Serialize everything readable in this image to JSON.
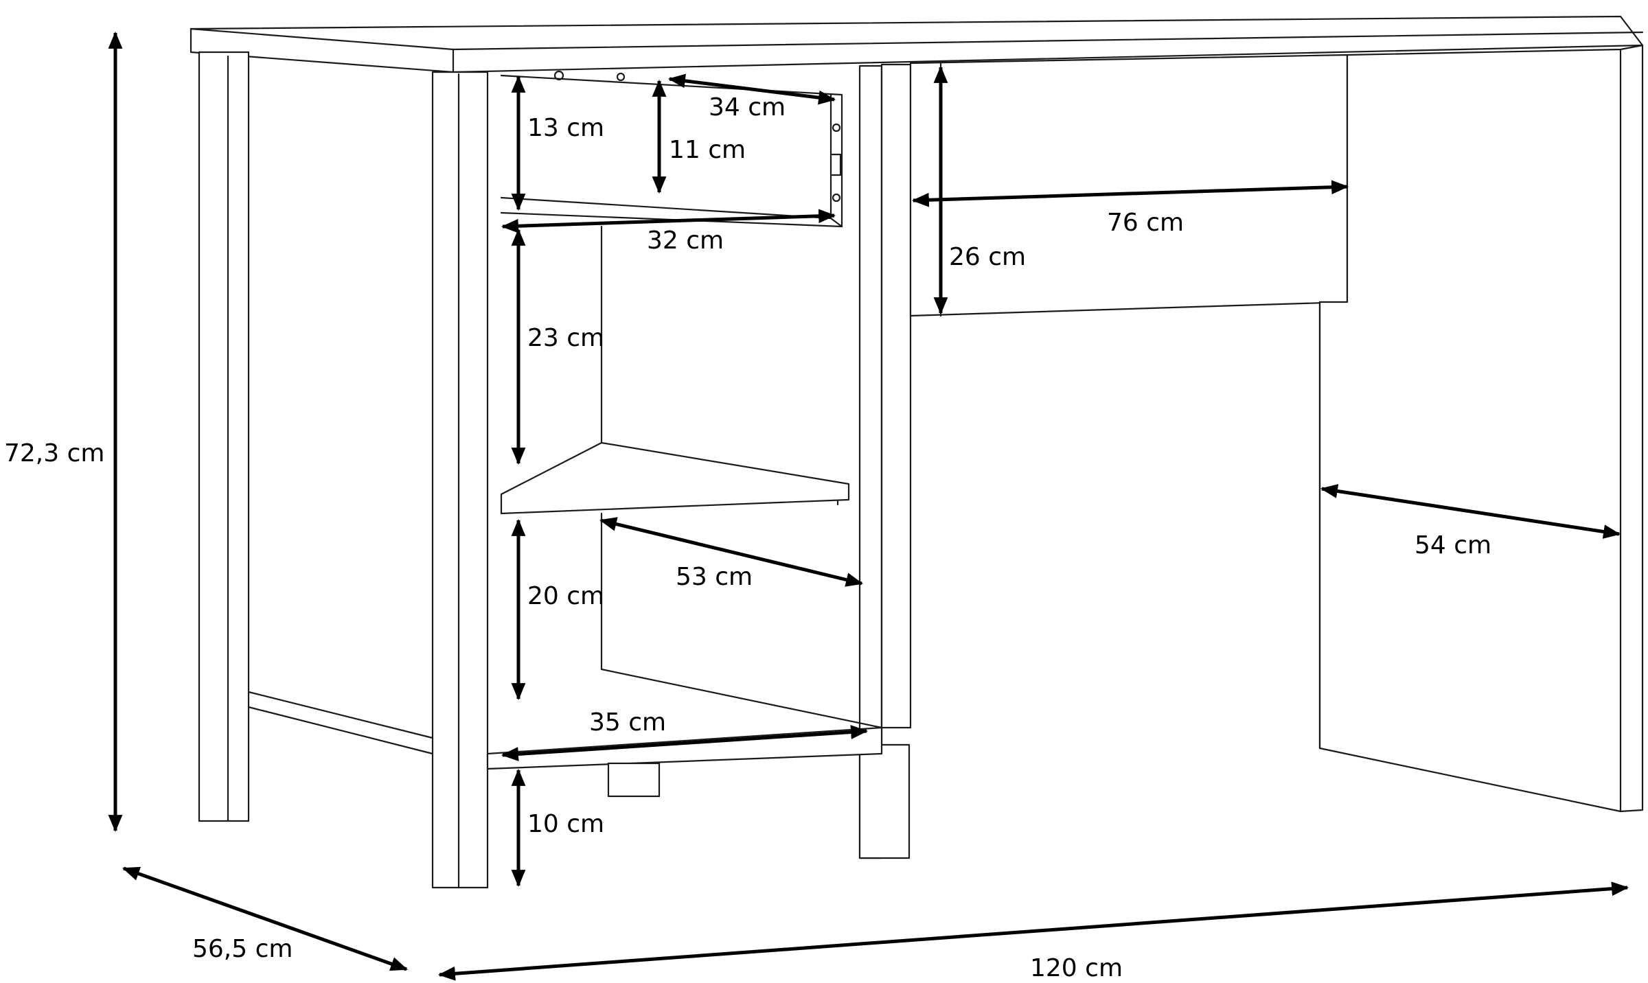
{
  "labels": {
    "height_total": "72,3 cm",
    "depth_total": "56,5 cm",
    "width_total": "120 cm",
    "drawer_inner_depth": "34 cm",
    "drawer_outer_height": "13 cm",
    "drawer_inner_height": "11 cm",
    "drawer_bottom_width": "32 cm",
    "shelf_upper_gap": "23 cm",
    "shelf_lower_gap": "20 cm",
    "shelf_depth": "53 cm",
    "bottom_width": "35 cm",
    "floor_clearance": "10 cm",
    "front_panel_width": "76 cm",
    "front_panel_height": "26 cm",
    "side_panel_depth": "54 cm"
  }
}
